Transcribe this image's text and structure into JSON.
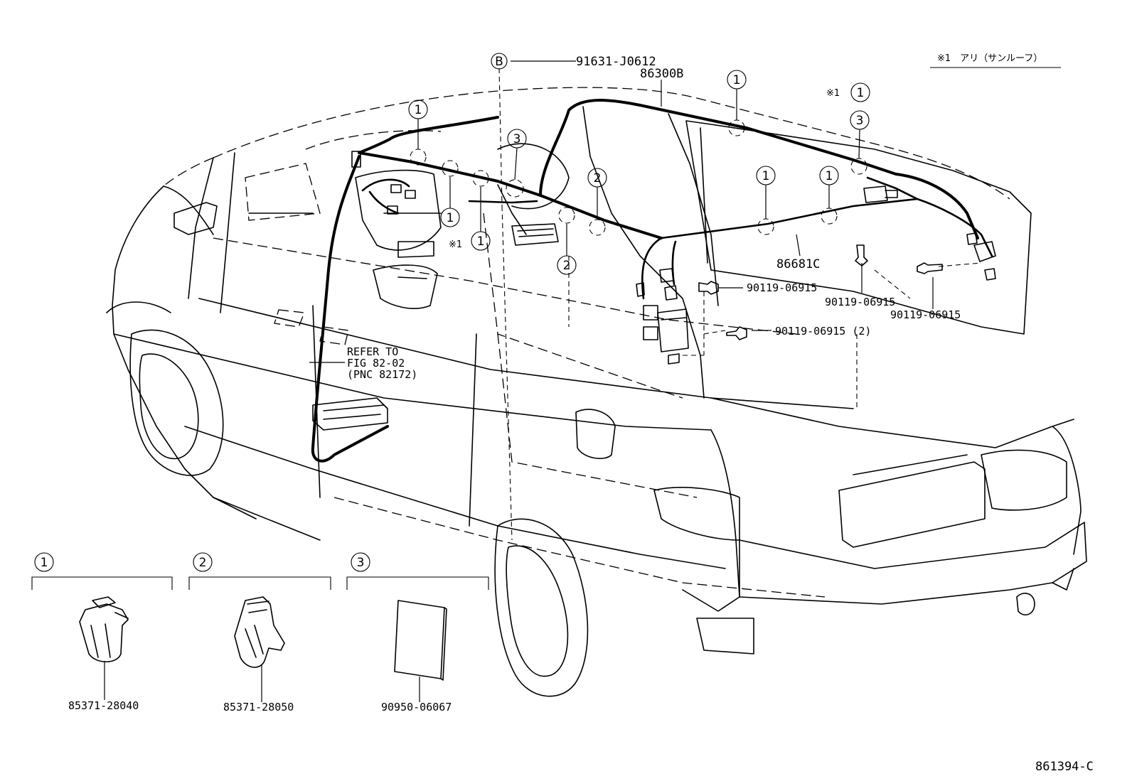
{
  "header_note": "※1　アリ（サンルーフ）",
  "figure_code": "861394-C",
  "labels": {
    "bolt_b_part": "91631-J0612",
    "bolt_b_letter": "B",
    "harness_main": "86300B",
    "harness_rear": "86681C",
    "bolt_1": "90119-06915",
    "bolt_2": "90119-06915",
    "bolt_3": "90119-06915",
    "bolt_4": "90119-06915 (2)",
    "refer_line1": "REFER TO",
    "refer_line2": "FIG 82-02",
    "refer_line3": "(PNC 82172)",
    "sunroof_mark_1": "※1",
    "sunroof_mark_2": "※1"
  },
  "callouts": {
    "c1a": "1",
    "c1b": "1",
    "c1c": "1",
    "c1d": "1",
    "c1e": "1",
    "c1f": "1",
    "c1g": "1",
    "c2a": "2",
    "c2b": "2",
    "c3a": "3",
    "c3b": "3"
  },
  "legend": [
    {
      "number": "1",
      "part": "85371-28040"
    },
    {
      "number": "2",
      "part": "85371-28050"
    },
    {
      "number": "3",
      "part": "90950-06067"
    }
  ]
}
